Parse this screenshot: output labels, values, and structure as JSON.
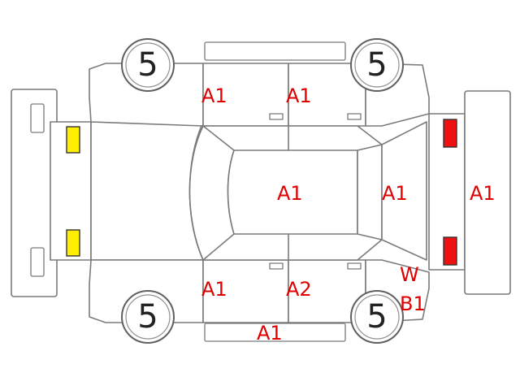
{
  "tire_depth": {
    "front_left": "5",
    "rear_left": "5",
    "front_right": "5",
    "rear_right": "5"
  },
  "marks": {
    "top_front_door": "A1",
    "top_rear_door": "A1",
    "roof": "A1",
    "rear_glass": "A1",
    "rear_panel": "A1",
    "bottom_front_door": "A1",
    "bottom_rear_door": "A2",
    "bottom_rear_quarter_w": "W",
    "bottom_rear_quarter_b": "B1",
    "bottom_sill": "A1"
  },
  "lamp_colors": {
    "front": "#ffee00",
    "rear": "#ee1111"
  }
}
